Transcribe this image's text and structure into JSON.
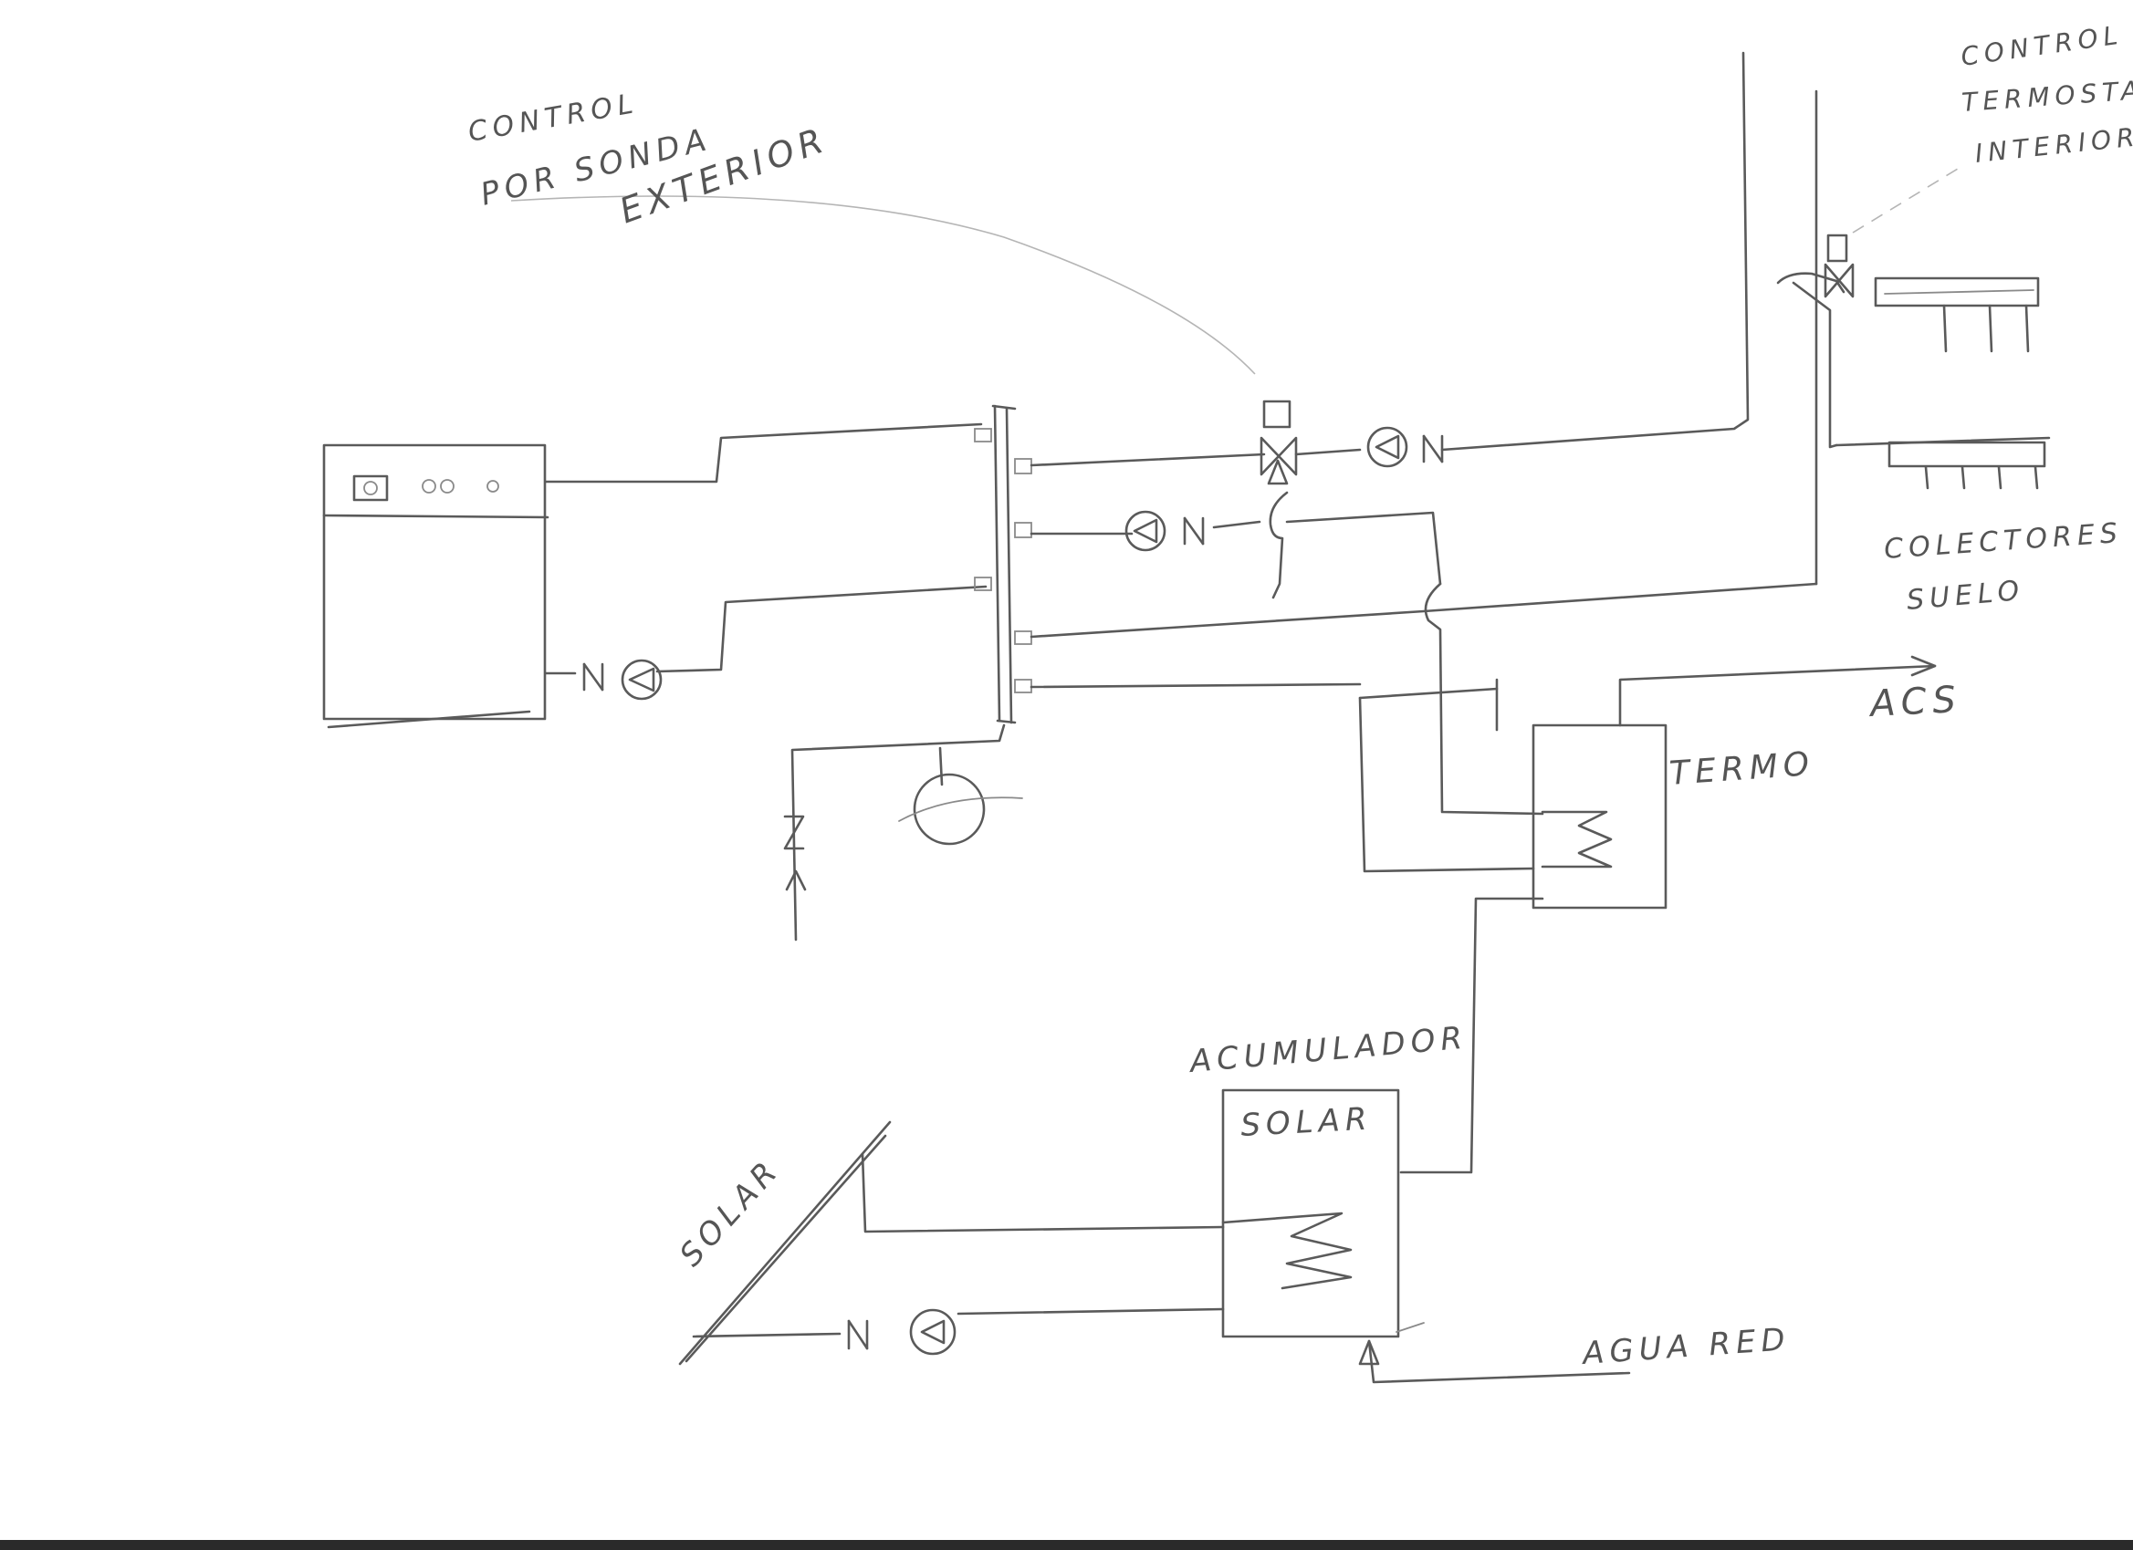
{
  "labels": {
    "outdoor_control": [
      "CONTROL",
      "POR SONDA",
      "EXTERIOR"
    ],
    "thermostat_control": [
      "CONTROL",
      "TERMOSTATO",
      "INTERIOR"
    ],
    "floor_collectors": [
      "COLECTORES",
      "SUELO"
    ],
    "dhw": "ACS",
    "water_heater": "TERMO",
    "solar_tank": [
      "ACUMULADOR",
      "SOLAR"
    ],
    "solar_panel": "SOLAR",
    "mains_water": "AGUA RED"
  },
  "colors": {
    "ink": "#555555",
    "paper": "#ffffff"
  }
}
